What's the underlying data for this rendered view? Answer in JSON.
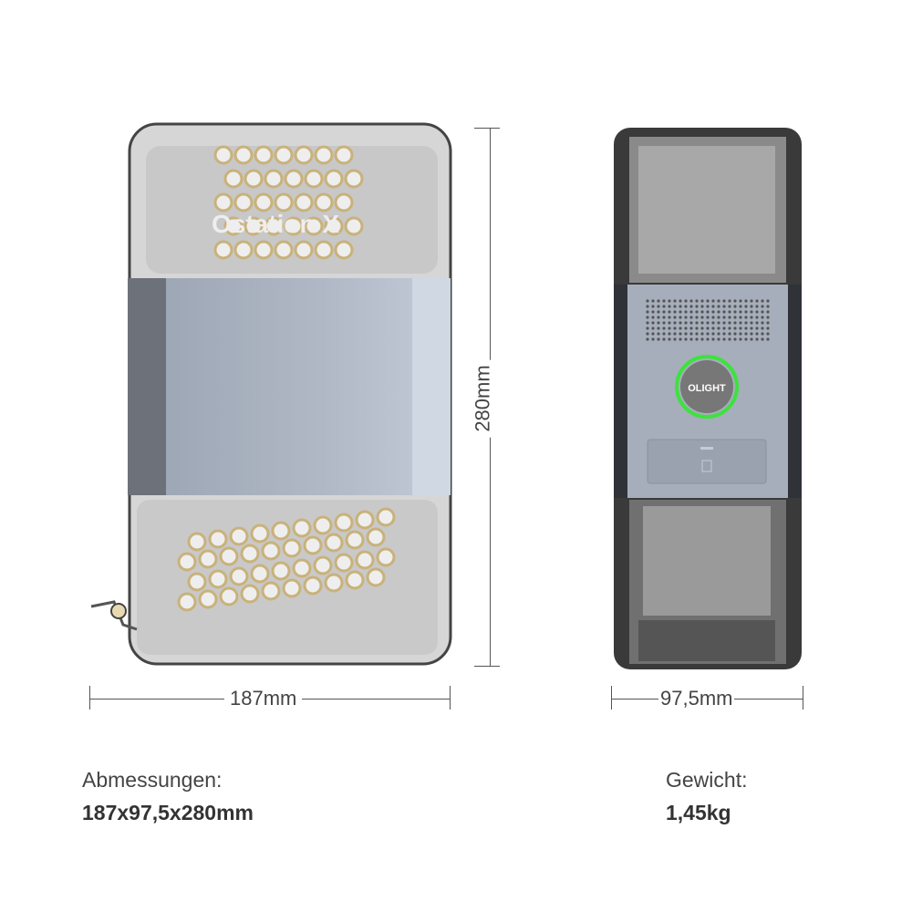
{
  "product": {
    "front_logo": "Ostation X",
    "side_logo": "OLIGHT"
  },
  "dimensions": {
    "width": "187mm",
    "depth": "97,5mm",
    "height": "280mm"
  },
  "specs": {
    "dimensions_label": "Abmessungen:",
    "dimensions_value": "187x97,5x280mm",
    "weight_label": "Gewicht:",
    "weight_value": "1,45kg"
  },
  "colors": {
    "ring_green": "#3de23d",
    "band_gray": "#a9b2c0"
  }
}
